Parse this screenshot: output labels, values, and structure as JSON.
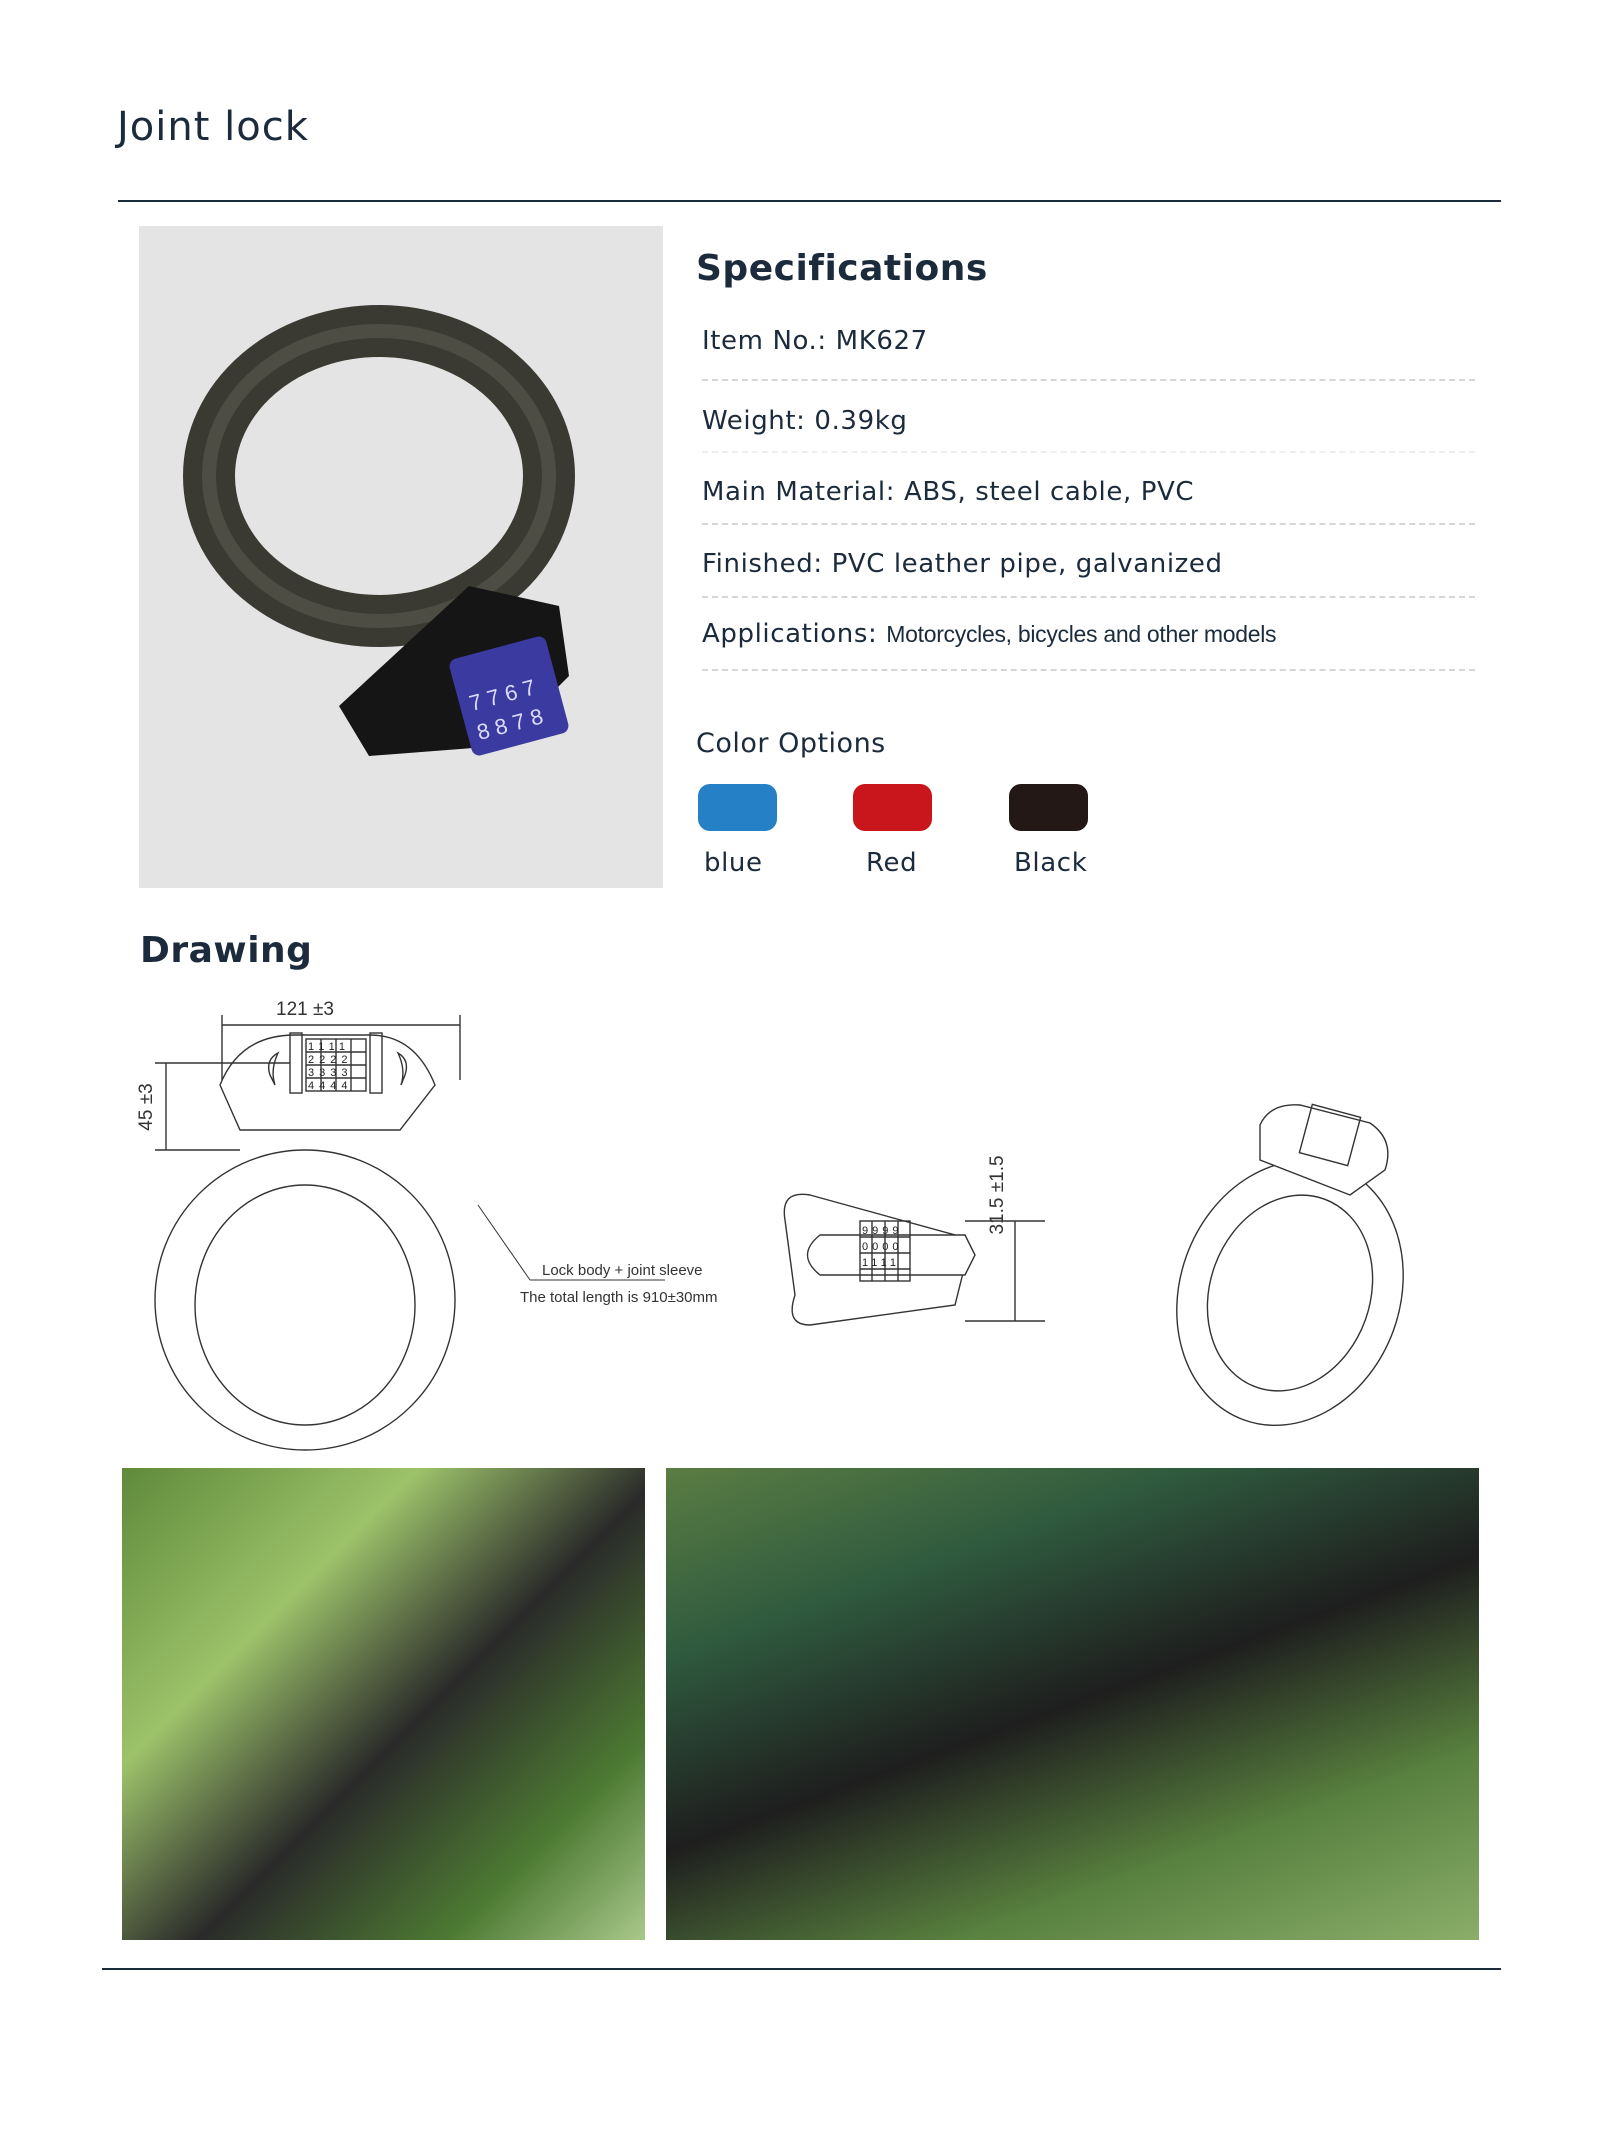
{
  "page": {
    "title": "Joint lock"
  },
  "specifications": {
    "heading": "Specifications",
    "rows": [
      {
        "label": "Item No.:",
        "value": "MK627"
      },
      {
        "label": "Weight:",
        "value": "0.39kg"
      },
      {
        "label": "Main Material:",
        "value": "ABS, steel cable, PVC"
      },
      {
        "label": "Finished:",
        "value": "PVC leather pipe, galvanized"
      },
      {
        "label": "Applications:",
        "value": "Motorcycles, bicycles and other models"
      }
    ]
  },
  "color_options": {
    "heading": "Color Options",
    "options": [
      {
        "label": "blue",
        "color": "#2680c6"
      },
      {
        "label": "Red",
        "color": "#c9161d"
      },
      {
        "label": "Black",
        "color": "#231816"
      }
    ]
  },
  "drawing": {
    "heading": "Drawing",
    "width_dim": "121 ±3",
    "height_dim": "45 ±3",
    "thickness_dim": "31.5 ±1.5",
    "callout_line1": "Lock body + joint sleeve",
    "callout_line2": "The total length is 910±30mm",
    "dial_digits_front": [
      "1111",
      "2222",
      "3333",
      "4444"
    ],
    "dial_digits_side": [
      "9999",
      "0000",
      "1111"
    ]
  }
}
